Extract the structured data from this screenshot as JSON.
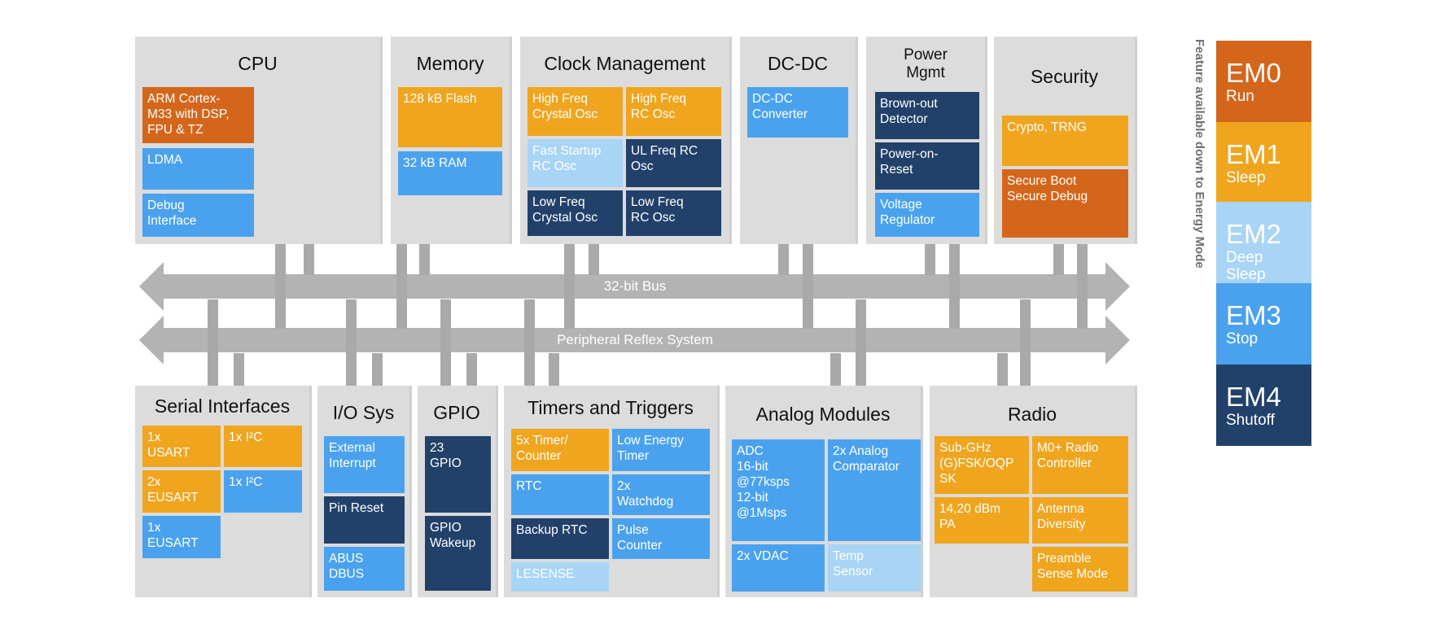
{
  "panels": {
    "cpu": {
      "title": "CPU",
      "blocks": [
        "ARM Cortex-\nM33 with DSP,\nFPU & TZ",
        "LDMA",
        "Debug\nInterface"
      ]
    },
    "memory": {
      "title": "Memory",
      "blocks": [
        "128 kB Flash",
        "32 kB RAM"
      ]
    },
    "clock": {
      "title": "Clock Management",
      "blocks": [
        "High Freq\nCrystal Osc",
        "High Freq\nRC Osc",
        "Fast Startup\nRC Osc",
        "UL Freq RC\nOsc",
        "Low Freq\nCrystal Osc",
        "Low Freq\nRC Osc"
      ]
    },
    "dcdc": {
      "title": "DC-DC",
      "blocks": [
        "DC-DC\nConverter"
      ]
    },
    "power": {
      "title": "Power\nMgmt",
      "blocks": [
        "Brown-out\nDetector",
        "Power-on-\nReset",
        "Voltage\nRegulator"
      ]
    },
    "security": {
      "title": "Security",
      "blocks": [
        "Crypto, TRNG",
        "Secure Boot\nSecure Debug"
      ]
    },
    "serial": {
      "title": "Serial Interfaces",
      "blocks": [
        "1x\nUSART",
        "1x I²C",
        "2x\nEUSART",
        "1x I²C",
        "1x\nEUSART"
      ]
    },
    "io": {
      "title": "I/O Sys",
      "blocks": [
        "External\nInterrupt",
        "Pin Reset",
        "ABUS\nDBUS"
      ]
    },
    "gpio": {
      "title": "GPIO",
      "blocks": [
        "23\nGPIO",
        "GPIO\nWakeup"
      ]
    },
    "timers": {
      "title": "Timers and Triggers",
      "blocks": [
        "5x Timer/\nCounter",
        "Low Energy\nTimer",
        "RTC",
        "2x\nWatchdog",
        "Backup RTC",
        "Pulse\nCounter",
        "LESENSE"
      ]
    },
    "analog": {
      "title": "Analog Modules",
      "blocks": [
        "ADC\n16-bit\n@77ksps\n12-bit\n@1Msps",
        "2x Analog\nComparator",
        "2x VDAC",
        "Temp\nSensor"
      ]
    },
    "radio": {
      "title": "Radio",
      "blocks": [
        "Sub-GHz\n(G)FSK/OQP\nSK",
        "M0+ Radio\nController",
        "14,20 dBm\nPA",
        "Antenna\nDiversity",
        "Preamble\nSense Mode"
      ]
    }
  },
  "buses": {
    "bus32": "32-bit Bus",
    "prs": "Peripheral Reflex System"
  },
  "legend": {
    "note": "Feature available down to Energy Mode",
    "modes": [
      {
        "code": "EM0",
        "desc": "Run",
        "color": "#d4661b"
      },
      {
        "code": "EM1",
        "desc": "Sleep",
        "color": "#f0a51e"
      },
      {
        "code": "EM2",
        "desc": "Deep\nSleep",
        "color": "#a8d4f6"
      },
      {
        "code": "EM3",
        "desc": "Stop",
        "color": "#4aa2ee"
      },
      {
        "code": "EM4",
        "desc": "Shutoff",
        "color": "#22416a"
      }
    ]
  },
  "colors": {
    "EM0": "#d4661b",
    "EM1": "#f0a51e",
    "EM2": "#a8d4f6",
    "EM3": "#4aa2ee",
    "EM4": "#22416a"
  }
}
